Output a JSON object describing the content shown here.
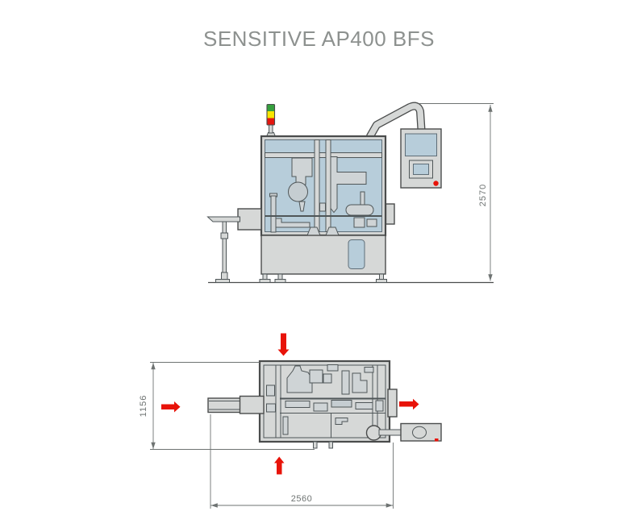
{
  "title": "SENSITIVE AP400 BFS",
  "views": {
    "front": {
      "name": "front elevation view",
      "dimensions": {
        "height": "2570"
      }
    },
    "plan": {
      "name": "top plan view",
      "dimensions": {
        "depth": "1156",
        "length": "2560"
      }
    }
  },
  "beacon": {
    "green": "#35a03d",
    "yellow": "#f8e600",
    "red": "#e5150e"
  },
  "colors": {
    "machine_fill": "#d6d8d7",
    "machinery_fill": "#cfd4d6",
    "window_blue": "#b7cdda",
    "outline_dark": "#4a4c4c",
    "window_stroke": "#5f6e78",
    "dimension_gray": "#6e7372",
    "title_gray": "#8d918f",
    "arrow_red": "#e81309"
  }
}
